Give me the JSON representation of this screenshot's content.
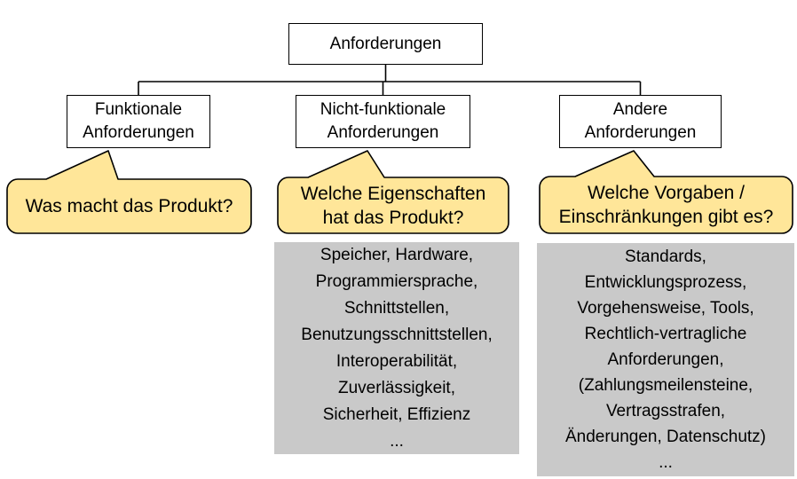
{
  "diagram_title": "Anforderungen taxonomy diagram",
  "root": {
    "label": "Anforderungen"
  },
  "columns": [
    {
      "id": "funktionale",
      "box_lines": [
        "Funktionale",
        "Anforderungen"
      ],
      "callout_lines": [
        "Was macht das Produkt?"
      ],
      "note_lines": []
    },
    {
      "id": "nicht-funktionale",
      "box_lines": [
        "Nicht-funktionale",
        "Anforderungen"
      ],
      "callout_lines": [
        "Welche Eigenschaften",
        "hat das Produkt?"
      ],
      "note_lines": [
        "Speicher, Hardware,",
        "Programmiersprache,",
        "Schnittstellen,",
        "Benutzungsschnittstellen,",
        "Interoperabilität,",
        "Zuverlässigkeit,",
        "Sicherheit, Effizienz",
        "..."
      ]
    },
    {
      "id": "andere",
      "box_lines": [
        "Andere",
        "Anforderungen"
      ],
      "callout_lines": [
        "Welche Vorgaben /",
        "Einschränkungen gibt es?"
      ],
      "note_lines": [
        "Standards,",
        "Entwicklungsprozess,",
        "Vorgehensweise, Tools,",
        "Rechtlich-vertragliche",
        "Anforderungen,",
        "(Zahlungsmeilensteine,",
        "Vertragsstrafen,",
        "Änderungen, Datenschutz)",
        "..."
      ]
    }
  ],
  "colors": {
    "callout_fill": "#FFE699",
    "callout_stroke": "#000000",
    "note_fill": "#C9C9C9",
    "connector": "#000000",
    "box_border": "#000000",
    "text": "#000000"
  }
}
